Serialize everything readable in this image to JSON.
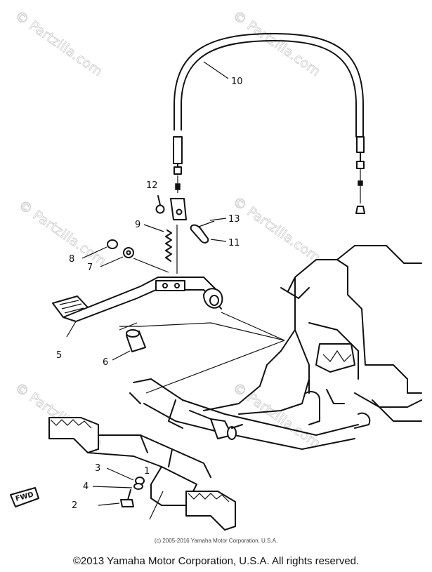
{
  "watermark": "© Partzilla.com",
  "parts": [
    {
      "id": "1",
      "label": "1"
    },
    {
      "id": "2",
      "label": "2"
    },
    {
      "id": "3",
      "label": "3"
    },
    {
      "id": "4",
      "label": "4"
    },
    {
      "id": "5",
      "label": "5"
    },
    {
      "id": "6",
      "label": "6"
    },
    {
      "id": "7",
      "label": "7"
    },
    {
      "id": "8",
      "label": "8"
    },
    {
      "id": "9",
      "label": "9"
    },
    {
      "id": "10",
      "label": "10"
    },
    {
      "id": "11",
      "label": "11"
    },
    {
      "id": "12",
      "label": "12"
    },
    {
      "id": "13",
      "label": "13"
    }
  ],
  "fwd_mark": "FWD",
  "diagram_copyright": "(c) 2005-2016 Yamaha Motor Corporation, U.S.A.",
  "footer_copyright": "©2013 Yamaha Motor Corporation, U.S.A. All rights reserved."
}
